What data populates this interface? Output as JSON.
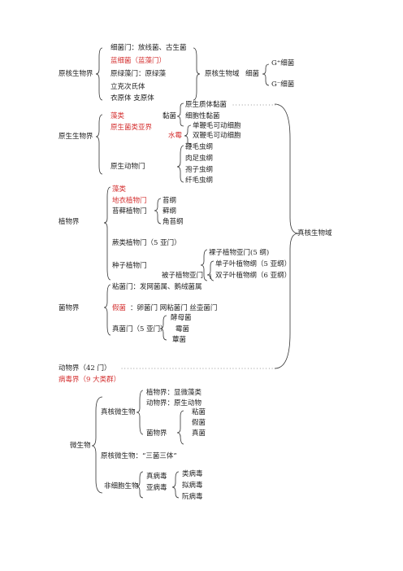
{
  "prokaryote": {
    "label": "原核生物界",
    "items": [
      "细菌门：放线菌、古生菌",
      "蓝细菌（蓝藻门）",
      "原绿藻门：原绿藻",
      "立克次氏体",
      "衣原体  支原体"
    ],
    "domain_label": "原核生物域",
    "bacteria_label": "细菌",
    "gram_positive": "G⁺细菌",
    "gram_negative": "G⁻细菌"
  },
  "protist": {
    "label": "原生生物界",
    "algae": "藻类",
    "fungus_like": "原生菌类亚界",
    "slime_mold": "黏菌",
    "slime_mold_items": [
      "原生质体黏菌",
      "细胞性黏菌"
    ],
    "water_mold": "水霉",
    "water_mold_items": [
      "单鞭毛可动细胞",
      "双鞭毛可动细胞"
    ],
    "protozoa": "原生动物门",
    "protozoa_items": [
      "鞭毛虫纲",
      "肉足虫纲",
      "孢子虫纲",
      "纤毛虫纲"
    ]
  },
  "plant": {
    "label": "植物界",
    "algae": "藻类",
    "lichen": "地衣植物门",
    "bryophyte": "苔藓植物门",
    "bryophyte_items": [
      "苔纲",
      "藓纲",
      "角苔纲"
    ],
    "fern": "蕨类植物门（5 亚门）",
    "seed": "种子植物门",
    "gymnosperm": "裸子植物亚门(5 纲)",
    "angiosperm": "被子植物亚门",
    "angiosperm_items": [
      "单子叶植物纲（5 亚纲）",
      "双子叶植物纲（6 亚纲）"
    ]
  },
  "fungus": {
    "label": "菌物界",
    "slime": "粘菌门：发网菌属、鹅绒菌属",
    "pseudo": "假菌",
    "pseudo_items": "：卵菌门  网粘菌门  丝壶菌门",
    "true_fungi": "真菌门（5 亚门）",
    "true_items": [
      "酵母菌",
      "霉菌",
      "蕈菌"
    ]
  },
  "eukaryote_domain": "真核生物域",
  "animal": "动物界（42 门）",
  "virus": "病毒界（9 大类群）",
  "microbe": {
    "label": "微生物",
    "euk": "真核微生物",
    "euk_plant": "植物界：显微藻类",
    "euk_animal": "动物界：原生动物",
    "euk_fungus": "菌物界",
    "euk_fungus_items": [
      "粘菌",
      "假菌",
      "真菌"
    ],
    "prok": "原核微生物：“三菌三体”",
    "noncell": "非细胞生物",
    "true_virus": "真病毒",
    "subvirus": "亚病毒",
    "subvirus_items": [
      "类病毒",
      "拟病毒",
      "阮病毒"
    ]
  },
  "colors": {
    "highlight": "#d43030",
    "text": "#222222"
  }
}
